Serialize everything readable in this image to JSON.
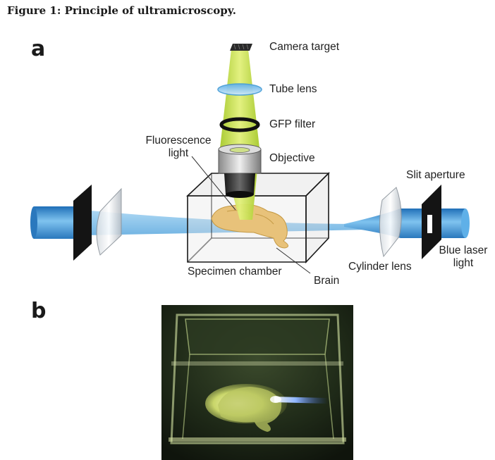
{
  "figure": {
    "title": "Figure 1: Principle of ultramicroscopy.",
    "panel_a_letter": "a",
    "panel_b_letter": "b"
  },
  "labels": {
    "camera_target": "Camera target",
    "tube_lens": "Tube lens",
    "gfp_filter": "GFP filter",
    "fluorescence_light_line1": "Fluorescence",
    "fluorescence_light_line2": "light",
    "objective": "Objective",
    "slit_aperture": "Slit aperture",
    "blue_laser_line1": "Blue laser",
    "blue_laser_line2": "light",
    "cylinder_lens": "Cylinder lens",
    "specimen_chamber": "Specimen chamber",
    "brain": "Brain"
  },
  "colors": {
    "laser_blue": "#4a9fd8",
    "fluorescence_green": "#b8d83a",
    "brain_tan": "#e8c27a",
    "photo_background": "#1c2418"
  }
}
